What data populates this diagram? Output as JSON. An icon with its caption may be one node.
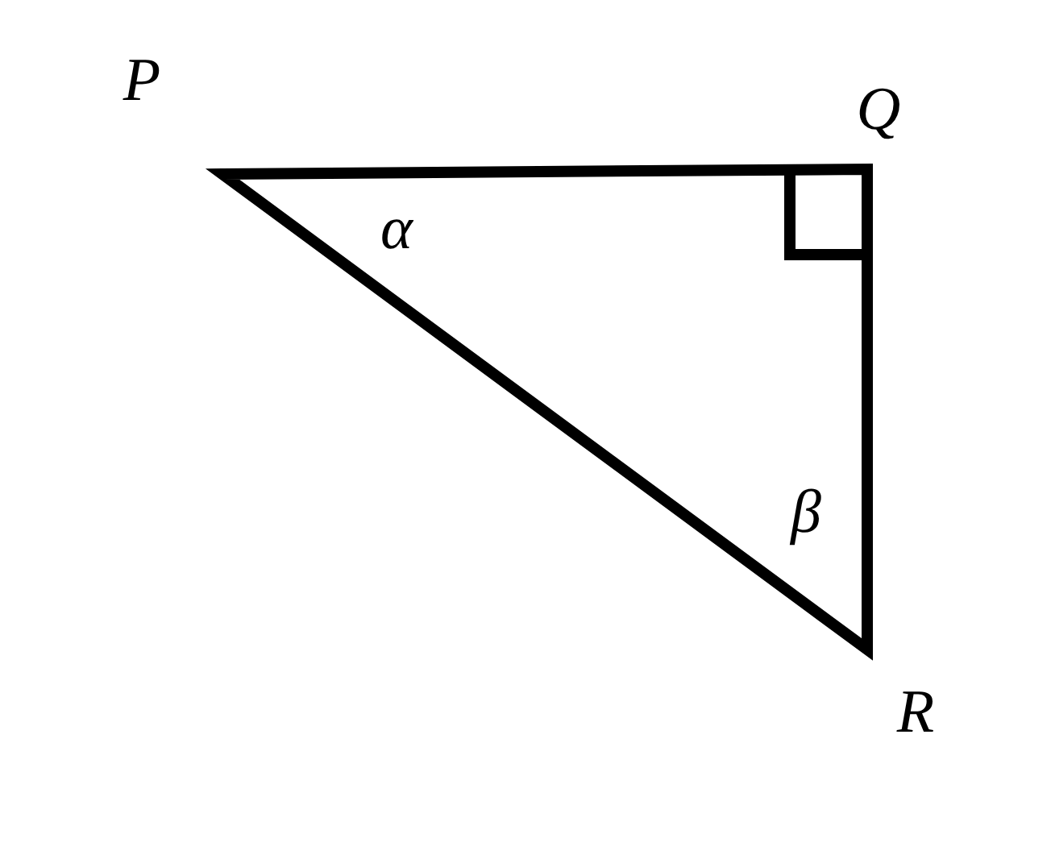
{
  "diagram": {
    "labels": [
      "P",
      "Q",
      "R",
      "α",
      "β"
    ]
  }
}
